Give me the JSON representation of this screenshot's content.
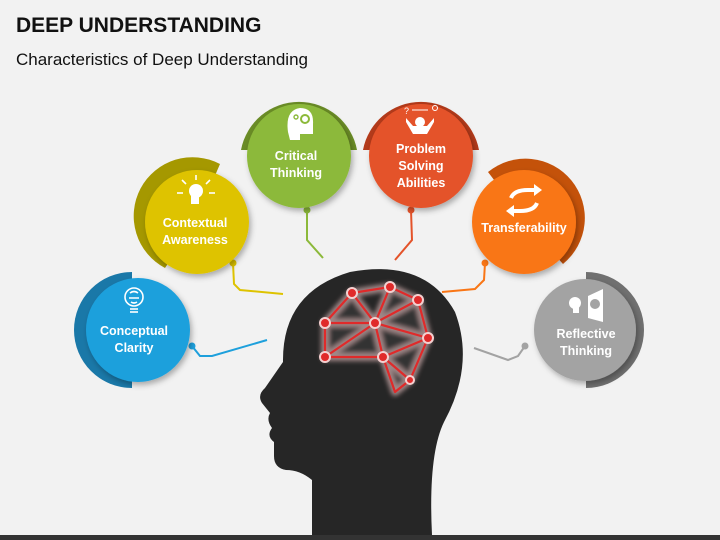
{
  "title": "DEEP UNDERSTANDING",
  "subtitle": "Characteristics of Deep Understanding",
  "items": [
    {
      "line1": "Conceptual",
      "line2": "Clarity",
      "icon": "lightbulb-brain-icon",
      "color": "#1ea0dc",
      "arc": "#1a78a8"
    },
    {
      "line1": "Contextual",
      "line2": "Awareness",
      "icon": "head-arrows-icon",
      "color": "#dec300",
      "arc": "#a59800"
    },
    {
      "line1": "Critical",
      "line2": "Thinking",
      "icon": "head-gears-icon",
      "color": "#8cb93a",
      "arc": "#6a8c26"
    },
    {
      "line1": "Problem",
      "line2": "Solving",
      "line3": "Abilities",
      "icon": "problem-solving-icon",
      "color": "#e4532a",
      "arc": "#b33a1a"
    },
    {
      "line1": "Transferability",
      "icon": "transfer-arrows-icon",
      "color": "#f97616",
      "arc": "#c4520a"
    },
    {
      "line1": "Reflective",
      "line2": "Thinking",
      "icon": "reflection-heads-icon",
      "color": "#a3a3a3",
      "arc": "#707070"
    }
  ]
}
